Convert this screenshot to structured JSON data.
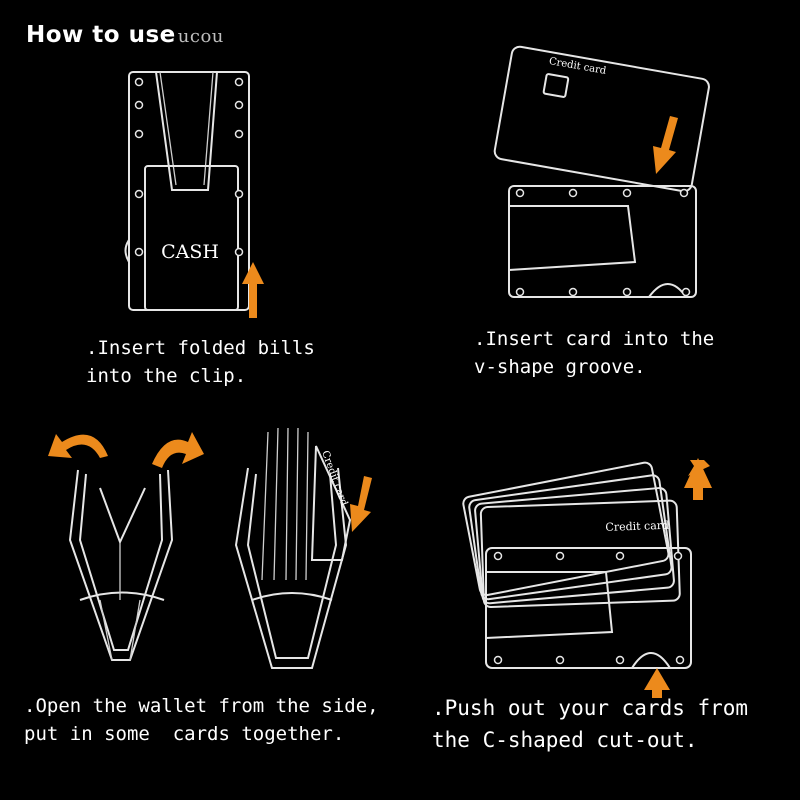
{
  "title": "How to use",
  "title_smudge": "ucou",
  "steps": [
    {
      "lines": [
        ".Insert folded bills",
        "into the clip."
      ]
    },
    {
      "lines": [
        ".Insert card into the",
        "v-shape groove."
      ]
    },
    {
      "lines": [
        ".Open the wallet from the side,",
        "put in some  cards together."
      ]
    },
    {
      "lines": [
        ".Push out your cards from",
        "the C-shaped cut-out."
      ]
    }
  ],
  "labels": {
    "cash": "CASH",
    "credit_card_1": "Credit card",
    "credit_card_2": "Credit card",
    "credit_card_3": "Credit card"
  },
  "colors": {
    "background": "#000000",
    "line": "#e6e6e6",
    "arrow": "#ec8a1c"
  }
}
